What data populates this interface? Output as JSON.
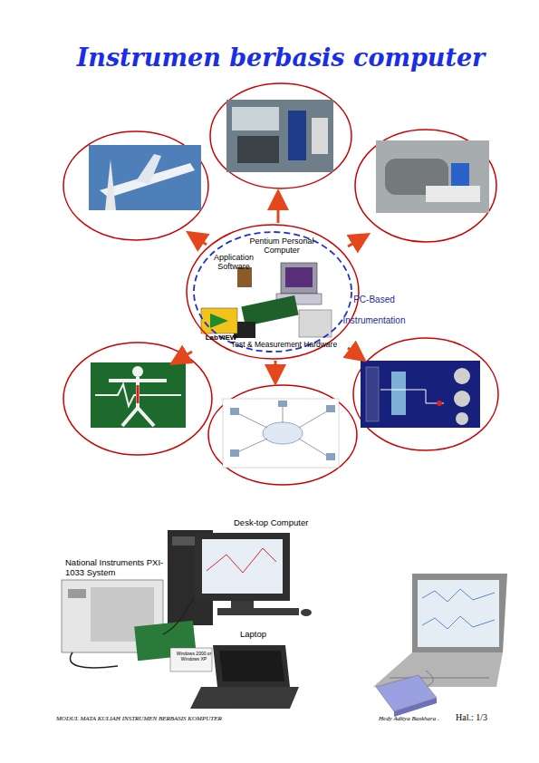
{
  "diagram": {
    "title": "Instrumen berbasis computer",
    "nodes": [
      {
        "text": [
          "Pentium Personal Computer",
          "Application Software",
          "PC-Based Instrumentation",
          "LabVIEW",
          "Test & Measurement Hardware"
        ]
      }
    ],
    "labels": [
      "Desk-top Computer",
      "National Instruments PXI-1033 System",
      "Laptop",
      "Windows 2000 or Windows XP",
      "MODUL MATA KULIAH INSTRUMEN BERBASIS KOMPUTER",
      "Hedy Aditya Baskhara .",
      "Hal.: 1/3"
    ]
  }
}
